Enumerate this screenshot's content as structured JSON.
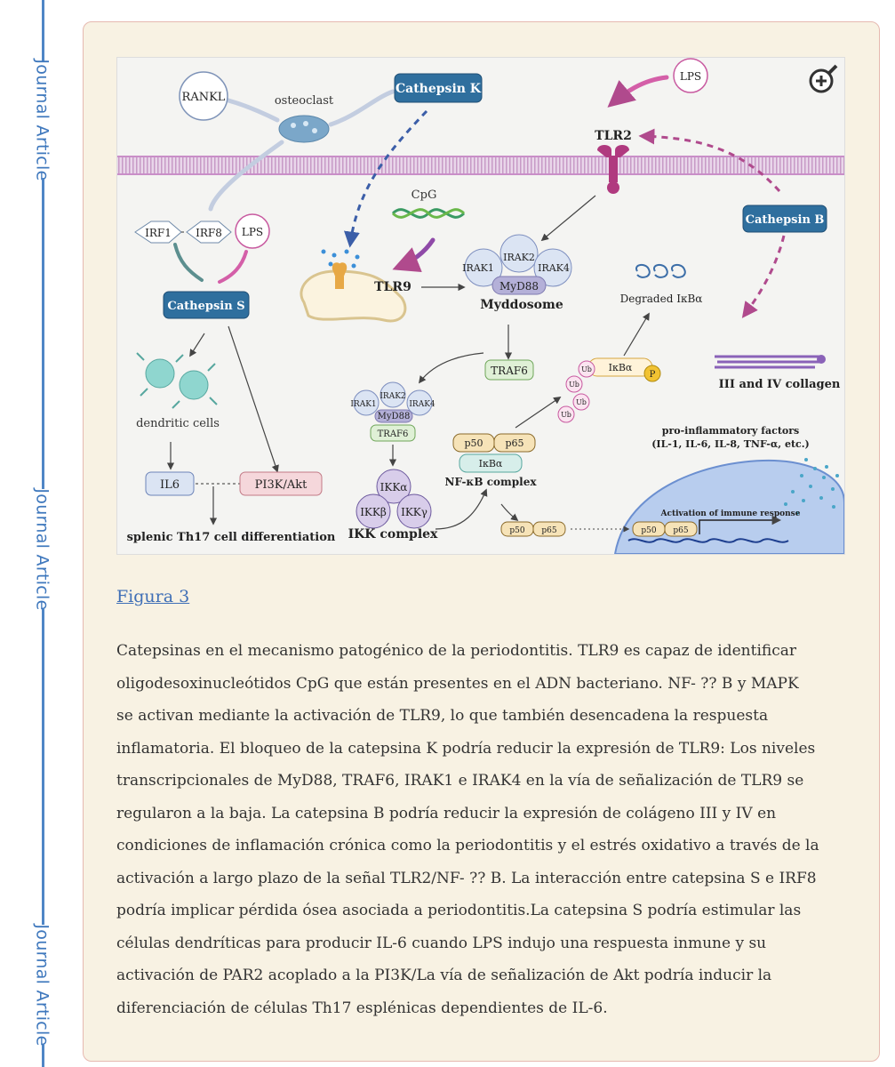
{
  "rail": {
    "label": "Journal Article"
  },
  "figure": {
    "labels": {
      "rankl": "RANKL",
      "osteoclast": "osteoclast",
      "cathepsin_k": "Cathepsin K",
      "lps_top": "LPS",
      "tlr2": "TLR2",
      "cpg": "CpG",
      "irf1": "IRF1",
      "irf8": "IRF8",
      "lps_left": "LPS",
      "cathepsin_s": "Cathepsin S",
      "cathepsin_b": "Cathepsin B",
      "tlr9": "TLR9",
      "irak2": "IRAK2",
      "irak1": "IRAK1",
      "irak4": "IRAK4",
      "myd88": "MyD88",
      "myddosome": "Myddosome",
      "degraded_ikba": "Degraded IκBα",
      "traf6": "TRAF6",
      "ikba": "IκBα",
      "p_label": "P",
      "ub": "Ub",
      "collagen": "III and IV collagen",
      "dendritic_cells": "dendritic cells",
      "irak2_small": "IRAK2",
      "irak1_small": "IRAK1",
      "irak4_small": "IRAK4",
      "myd88_small": "MyD88",
      "traf6_small": "TRAF6",
      "p50": "p50",
      "p65": "p65",
      "ikba_small": "IκBα",
      "nfkb_complex": "NF-κB complex",
      "pro_inflammatory": "pro-inflammatory factors",
      "pro_inflammatory_list": "(IL-1, IL-6, IL-8, TNF-α, etc.)",
      "ikka": "IKKα",
      "ikkb": "IKKβ",
      "ikkg": "IKKγ",
      "ikk_complex": "IKK complex",
      "il6": "IL6",
      "pi3k": "PI3K/Akt",
      "th17": "splenic Th17 cell differentiation",
      "activation": "Activation of immune response"
    }
  },
  "figure_link": "Figura 3",
  "caption_lines": [
    "Catepsinas en el mecanismo patogénico de la periodontitis. TLR9 es capaz de identificar",
    "oligodesoxinucleótidos CpG que están presentes en el ADN bacteriano. NF- ?? B y MAPK",
    "se activan mediante la activación de TLR9, lo que también desencadena la respuesta",
    "inflamatoria. El bloqueo de la catepsina K podría reducir la expresión de TLR9: Los niveles",
    "transcripcionales de MyD88, TRAF6, IRAK1 e IRAK4 en la vía de señalización de TLR9 se",
    "regularon a la baja. La catepsina B podría reducir la expresión de colágeno III y IV en",
    "condiciones de inflamación crónica como la periodontitis y el estrés oxidativo a través de la",
    "activación a largo plazo de la señal TLR2/NF- ?? B. La interacción entre catepsina S e IRF8",
    "podría implicar pérdida ósea asociada a periodontitis.La catepsina S podría estimular las",
    "células dendríticas para producir IL-6 cuando LPS indujo una respuesta inmune y su",
    "activación de PAR2 acoplado a la PI3K/La vía de señalización de Akt podría inducir la",
    "diferenciación de células Th17 esplénicas dependientes de IL-6."
  ]
}
